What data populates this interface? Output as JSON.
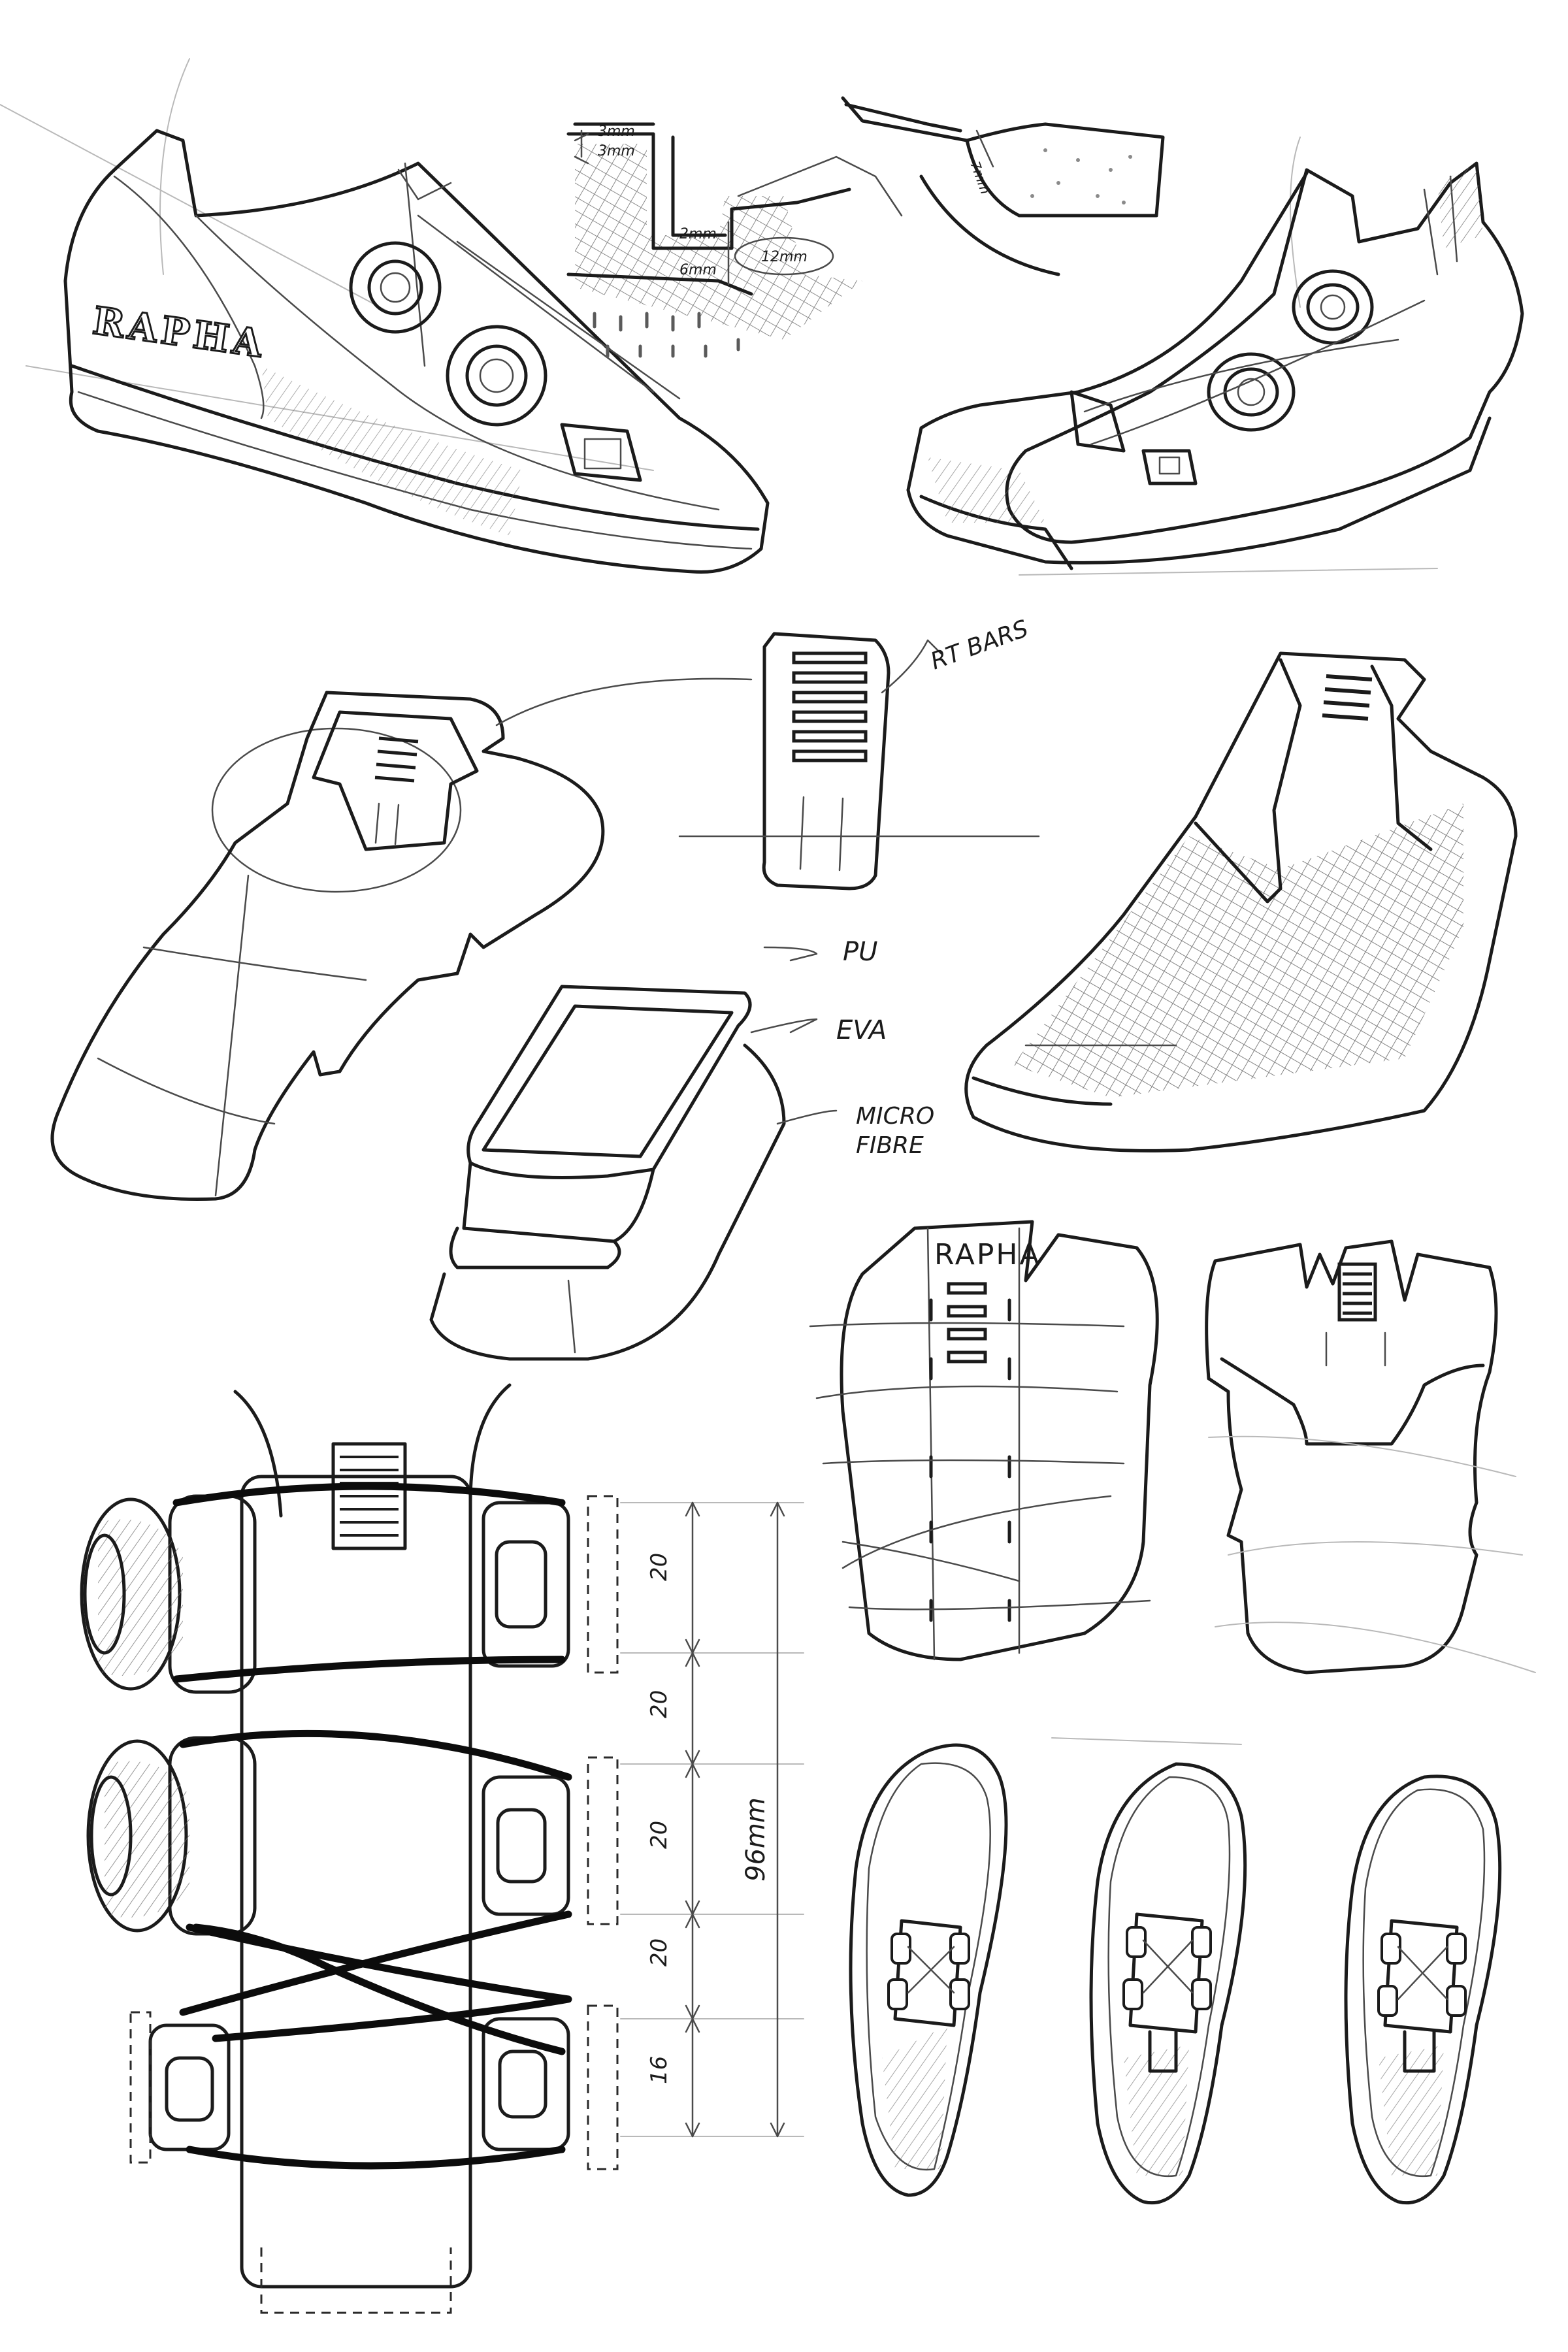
{
  "sheet": {
    "brand_heel": "RAPHA",
    "brand_tongue": "RAPHA",
    "label_bars": "RT BARS",
    "layer_1": "PU",
    "layer_2": "EVA",
    "layer_3_line1": "MICRO",
    "layer_3_line2": "FIBRE",
    "dim_top_1": "3mm",
    "dim_top_2": "3mm",
    "dim_2mm": "2mm",
    "dim_6mm": "6mm",
    "dim_12mm": "12mm",
    "dim_7mm": "7mm",
    "dim_seg_1": "20",
    "dim_seg_2": "20",
    "dim_seg_3": "20",
    "dim_seg_4": "20",
    "dim_seg_5": "16",
    "dim_total": "96mm"
  }
}
